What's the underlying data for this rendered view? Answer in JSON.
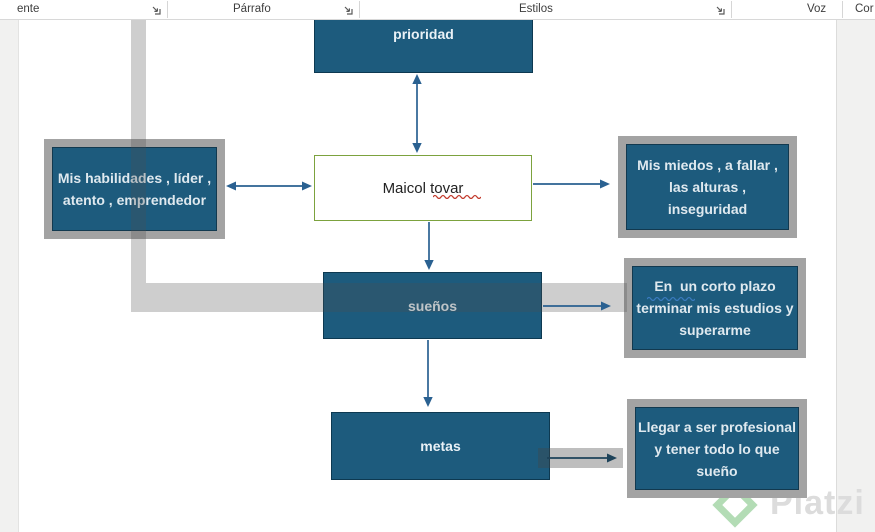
{
  "ribbon": {
    "groups": [
      {
        "label": "ente"
      },
      {
        "label": "Párrafo"
      },
      {
        "label": "Estilos"
      },
      {
        "label": "Voz"
      },
      {
        "label": "Cor"
      }
    ]
  },
  "diagram": {
    "prioridad": {
      "label": "prioridad"
    },
    "center": {
      "label": "Maicol tovar"
    },
    "suenos": {
      "label": "sueños"
    },
    "metas": {
      "label": "metas"
    },
    "habilidades": {
      "lines": [
        "Mis habilidades , líder ,",
        "atento , emprendedor"
      ]
    },
    "miedos": {
      "lines": [
        "Mis miedos , a fallar ,",
        "las alturas ,",
        "inseguridad"
      ]
    },
    "corto_plazo": {
      "lines": [
        "En  un corto plazo",
        "terminar mis estudios y",
        "superarme"
      ]
    },
    "llegar": {
      "lines": [
        "Llegar a ser profesional",
        "y tener todo lo que",
        "sueño"
      ]
    }
  },
  "watermark": {
    "text": "Platzi"
  },
  "colors": {
    "node_fill": "#1d5b7d",
    "node_border": "#0d3951",
    "center_border": "#7ca23e",
    "arrow": "#2a6191",
    "arrow_dark": "#1d4259",
    "frame_gray": "#a3a3a3",
    "watermark_green": "#b3dcb5",
    "spell_red": "#c2392b",
    "grammar_blue": "#3a7bbf"
  }
}
